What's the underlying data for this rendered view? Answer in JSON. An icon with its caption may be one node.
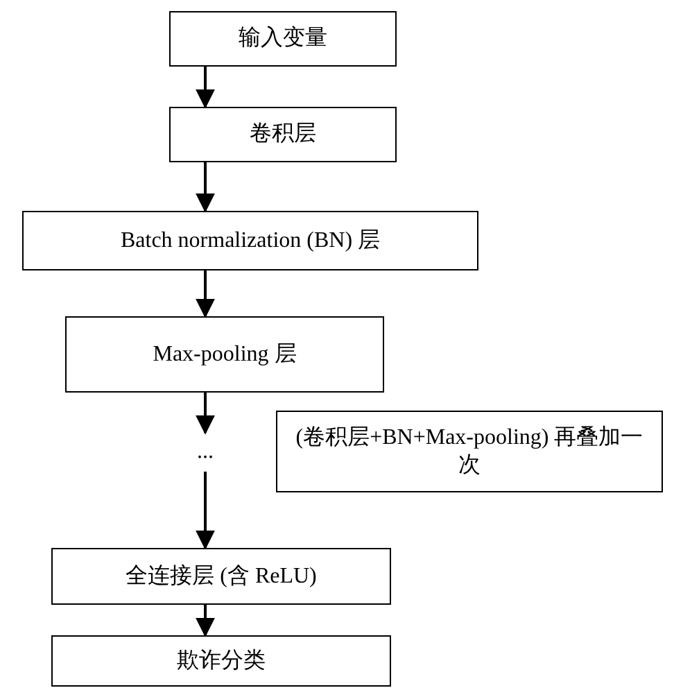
{
  "diagram": {
    "nodes": [
      {
        "text": [
          "输入变量"
        ]
      },
      {
        "text": [
          "卷积层"
        ]
      },
      {
        "text": [
          "Batch normalization (BN) 层"
        ]
      },
      {
        "text": [
          "Max-pooling 层"
        ]
      },
      {
        "text": [
          "..."
        ]
      },
      {
        "text": [
          "(卷积层+BN+Max-pooling) 再叠加一次"
        ]
      },
      {
        "text": [
          "全连接层 (含 ReLU)"
        ]
      },
      {
        "text": [
          "欺诈分类"
        ]
      }
    ],
    "edges": [
      {
        "from": 0,
        "to": 1,
        "arrow": "to"
      },
      {
        "from": 1,
        "to": 2,
        "arrow": "to"
      },
      {
        "from": 2,
        "to": 3,
        "arrow": "to"
      },
      {
        "from": 3,
        "to": 4,
        "arrow": "to"
      },
      {
        "from": 4,
        "to": 6,
        "arrow": "to"
      },
      {
        "from": 6,
        "to": 7,
        "arrow": "to"
      }
    ]
  }
}
